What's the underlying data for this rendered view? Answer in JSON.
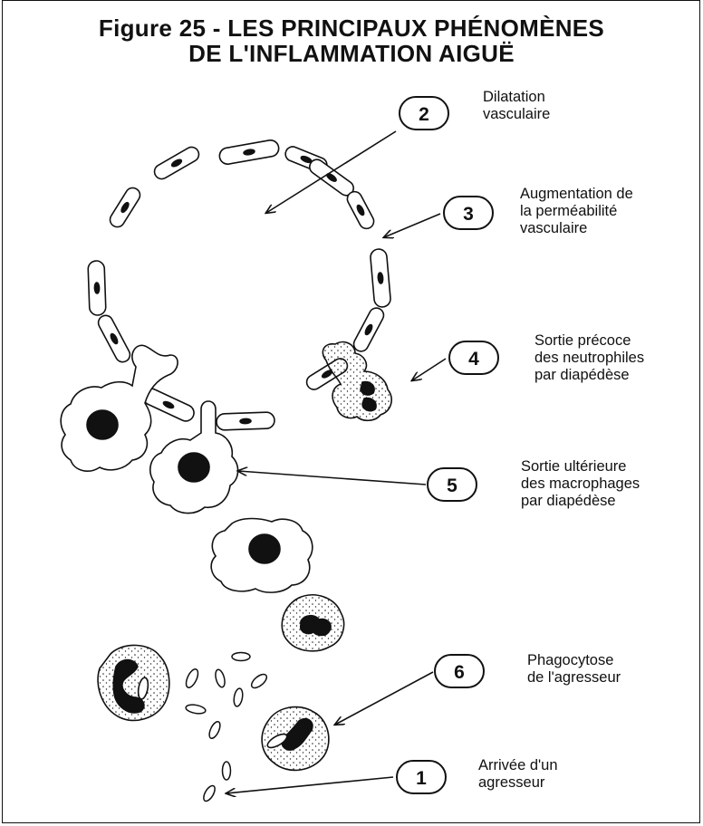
{
  "title": {
    "line1": "Figure 25 -  LES PRINCIPAUX PHÉNOMÈNES",
    "line2": "DE L'INFLAMMATION AIGUË"
  },
  "steps": [
    {
      "number": "2",
      "line1": "Dilatation",
      "line2": "vasculaire",
      "line3": ""
    },
    {
      "number": "3",
      "line1": "Augmentation de",
      "line2": "la perméabilité",
      "line3": "vasculaire"
    },
    {
      "number": "4",
      "line1": "Sortie précoce",
      "line2": "des neutrophiles",
      "line3": "par diapédèse"
    },
    {
      "number": "5",
      "line1": "Sortie ultérieure",
      "line2": "des macrophages",
      "line3": "par diapédèse"
    },
    {
      "number": "6",
      "line1": "Phagocytose",
      "line2": "de l'agresseur",
      "line3": ""
    },
    {
      "number": "1",
      "line1": "Arrivée d'un",
      "line2": "agresseur",
      "line3": ""
    }
  ]
}
